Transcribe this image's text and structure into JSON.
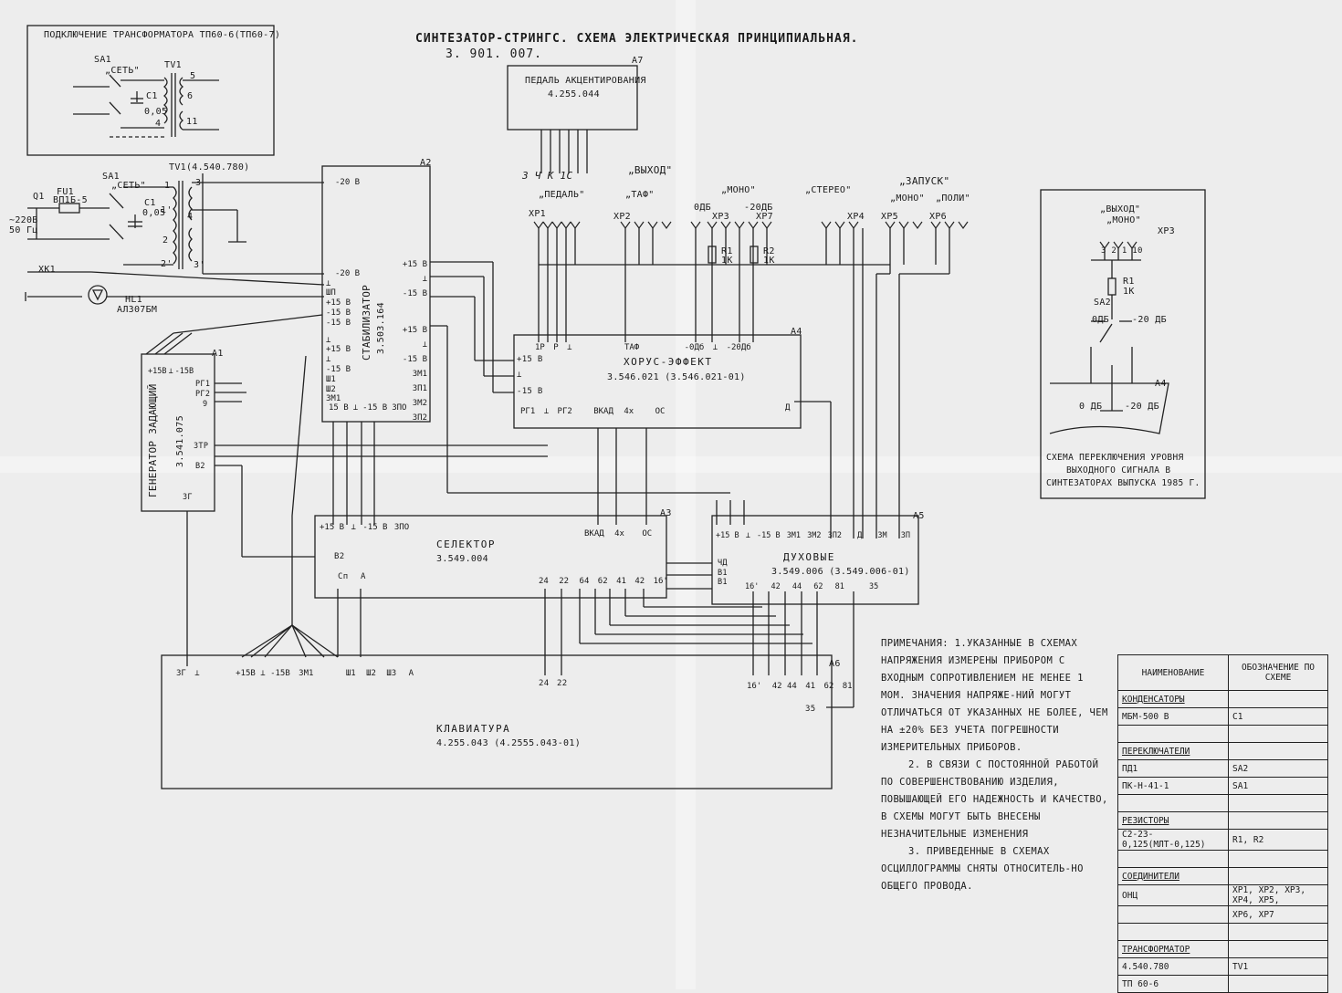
{
  "title": {
    "main": "СИНТЕЗАТОР-СТРИНГС. СХЕМА ЭЛЕКТРИЧЕСКАЯ ПРИНЦИПИАЛЬНАЯ.",
    "code": "3. 901. 007."
  },
  "inset_transformer": {
    "caption": "ПОДКЛЮЧЕНИЕ ТРАНСФОРМАТОРА ТП60-6(ТП60-7)",
    "sa1": "SA1",
    "set": "„СЕТЬ\"",
    "tv1": "TV1",
    "c1": "C1",
    "c1_val": "0,05",
    "p5": "5",
    "p6": "6",
    "p4": "4",
    "p11": "11"
  },
  "power": {
    "q1": "Q1",
    "fu1": "FU1",
    "fuse": "ВП1Б-5",
    "mains": "~220В",
    "freq": "50 Гц",
    "xk1": "XK1",
    "sa1": "SA1",
    "set": "„СЕТЬ\"",
    "tv1": "TV1(4.540.780)",
    "c1": "C1",
    "c1_val": "0,05",
    "hl1": "HL1",
    "led": "АЛ307БМ",
    "p1": "1",
    "p2": "2",
    "p1b": "1'",
    "p2b": "2'",
    "p3": "3",
    "p3b": "3'",
    "p4": "4"
  },
  "blocks": {
    "a7": {
      "ref": "A7",
      "name": "ПЕДАЛЬ АКЦЕНТИРОВАНИЯ",
      "code": "4.255.044"
    },
    "a2": {
      "ref": "A2",
      "name": "СТАБИЛИЗАТОР",
      "code": "3.503.164"
    },
    "a1": {
      "ref": "A1",
      "name": "ГЕНЕРАТОР ЗАДАЮЩИЙ",
      "code": "3.541.075"
    },
    "a4": {
      "ref": "A4",
      "name": "ХОРУС-ЭФФЕКТ",
      "code": "3.546.021 (3.546.021-01)"
    },
    "a3": {
      "ref": "A3",
      "name": "СЕЛЕКТОР",
      "code": "3.549.004"
    },
    "a5": {
      "ref": "A5",
      "name": "ДУХОВЫЕ",
      "code": "3.549.006 (3.549.006-01)"
    },
    "a6": {
      "ref": "A6",
      "name": "КЛАВИАТУРА",
      "code": "4.255.043 (4.2555.043-01)"
    }
  },
  "a2_pins_left": [
    "-20 В",
    "-20 В",
    "⊥",
    "ШП",
    "+15 В",
    "-15 В",
    "-15 В",
    "⊥",
    "+15 В",
    "⊥",
    "-15 В",
    "Ш1",
    "Ш2",
    "ЗМ1"
  ],
  "a2_pins_right": [
    "+15 В",
    "⊥",
    "-15 В",
    "+15 В",
    "⊥",
    "-15 В",
    "ЗМ1",
    "ЗП1",
    "ЗМ2",
    "ЗП2"
  ],
  "a2_pins_bottom": [
    "15 В",
    "⊥",
    "-15 В",
    "ЗПО"
  ],
  "a1_pins": [
    "+15В",
    "⊥",
    "-15В",
    "РГ1",
    "РГ2",
    "9",
    "ЗТР",
    "В2",
    "ЗГ"
  ],
  "a4_pins": [
    "+15 В",
    "⊥",
    "-15 В",
    "1Р",
    "Р",
    "⊥",
    "ТАФ",
    "-0Дб",
    "⊥",
    "-20Дб",
    "РГ1",
    "⊥",
    "РГ2",
    "ВКАД",
    "4х",
    "ОС",
    "Д"
  ],
  "a3_pins": [
    "+15 В",
    "⊥",
    "-15 В",
    "ЗПО",
    "В2",
    "Сп",
    "А",
    "ВКАД",
    "4х",
    "ОС",
    "24",
    "22",
    "64",
    "62",
    "41",
    "42",
    "16'"
  ],
  "a5_pins": [
    "+15 В",
    "⊥",
    "-15 В",
    "ЗМ1",
    "ЗМ2",
    "ЗП2",
    "Д",
    "ЗМ",
    "ЗП",
    "ЧД",
    "В1",
    "В1",
    "16'",
    "42",
    "44",
    "62",
    "81",
    "35"
  ],
  "a6_pins": [
    "ЗГ",
    "⊥",
    "+15В",
    "⊥",
    "-15В",
    "ЗМ1",
    "Ш1",
    "Ш2",
    "Ш3",
    "А",
    "24",
    "22",
    "16'",
    "42",
    "44",
    "41",
    "62",
    "81",
    "35"
  ],
  "connectors": {
    "exit": "„ВЫХОД\"",
    "start": "„ЗАПУСК\"",
    "pedal": "„ПЕДАЛЬ\"",
    "taf": "„ТАФ\"",
    "mono": "„МОНО\"",
    "stereo": "„СТЕРЕО\"",
    "mono2": "„МОНО\"",
    "poly": "„ПОЛИ\"",
    "xp1": "XP1",
    "xp2": "XP2",
    "xp3": "XP3",
    "xp4": "XP4",
    "xp5": "XP5",
    "xp6": "XP6",
    "xp7": "XP7",
    "db0": "0ДБ",
    "db20": "-20ДБ",
    "r1": "R1",
    "r1v": "1К",
    "r2": "R2",
    "r2v": "1К",
    "hw": "З  Ч  К  1С"
  },
  "inset_switch": {
    "exit": "„ВЫХОД\"",
    "mono": "„МОНО\"",
    "xp3": "XP3",
    "pins": "3  2  1  10",
    "r1": "R1",
    "r1v": "1К",
    "sa2": "SA2",
    "db0": "0ДБ",
    "db20": "-20 ДБ",
    "a4": "A4",
    "out0": "0 ДБ",
    "out20": "-20 ДБ",
    "caption1": "СХЕМА ПЕРЕКЛЮЧЕНИЯ УРОВНЯ",
    "caption2": "ВЫХОДНОГО СИГНАЛА В",
    "caption3": "СИНТЕЗАТОРАХ ВЫПУСКА 1985 Г."
  },
  "notes": {
    "n1": "ПРИМЕЧАНИЯ: 1.УКАЗАННЫЕ В СХЕМАХ НАПРЯЖЕНИЯ ИЗМЕРЕНЫ ПРИБОРОМ С ВХОДНЫМ СОПРОТИВЛЕНИЕМ НЕ МЕНЕЕ 1 МОМ. ЗНАЧЕНИЯ НАПРЯЖЕ-НИЙ МОГУТ ОТЛИЧАТЬСЯ ОТ УКАЗАННЫХ НЕ БОЛЕЕ, ЧЕМ НА ±20% БЕЗ УЧЕТА ПОГРЕШНОСТИ ИЗМЕРИТЕЛЬНЫХ ПРИБОРОВ.",
    "n2": "2. В СВЯЗИ С ПОСТОЯННОЙ РАБОТОЙ ПО СОВЕРШЕНСТВОВАНИЮ ИЗДЕЛИЯ, ПОВЫШАЮЩЕЙ ЕГО НАДЕЖНОСТЬ И КАЧЕСТВО, В СХЕМЫ МОГУТ БЫТЬ ВНЕСЕНЫ НЕЗНАЧИТЕЛЬНЫЕ ИЗМЕНЕНИЯ",
    "n3": "3. ПРИВЕДЕННЫЕ В СХЕМАХ ОСЦИЛЛОГРАММЫ СНЯТЫ ОТНОСИТЕЛЬ-НО ОБЩЕГО ПРОВОДА."
  },
  "spec_table": {
    "h1": "НАИМЕНОВАНИЕ",
    "h2": "ОБОЗНАЧЕНИЕ ПО СХЕМЕ",
    "rows": [
      [
        "КОНДЕНСАТОРЫ",
        "",
        "cat"
      ],
      [
        "МБМ-500 В",
        "C1",
        ""
      ],
      [
        "",
        "",
        ""
      ],
      [
        "ПЕРЕКЛЮЧАТЕЛИ",
        "",
        "cat"
      ],
      [
        "ПД1",
        "SA2",
        ""
      ],
      [
        "ПК-Н-41-1",
        "SA1",
        ""
      ],
      [
        "",
        "",
        ""
      ],
      [
        "РЕЗИСТОРЫ",
        "",
        "cat"
      ],
      [
        "С2-23-0,125(МЛТ-0,125)",
        "R1, R2",
        ""
      ],
      [
        "",
        "",
        ""
      ],
      [
        "СОЕДИНИТЕЛИ",
        "",
        "cat"
      ],
      [
        "ОНЦ",
        "XP1, XP2, XP3, XP4, XP5,",
        ""
      ],
      [
        "",
        "XP6, XP7",
        ""
      ],
      [
        "",
        "",
        ""
      ],
      [
        "ТРАНСФОРМАТОР",
        "",
        "cat"
      ],
      [
        "4.540.780",
        "TV1",
        ""
      ],
      [
        "ТП 60-6",
        "",
        ""
      ]
    ]
  }
}
